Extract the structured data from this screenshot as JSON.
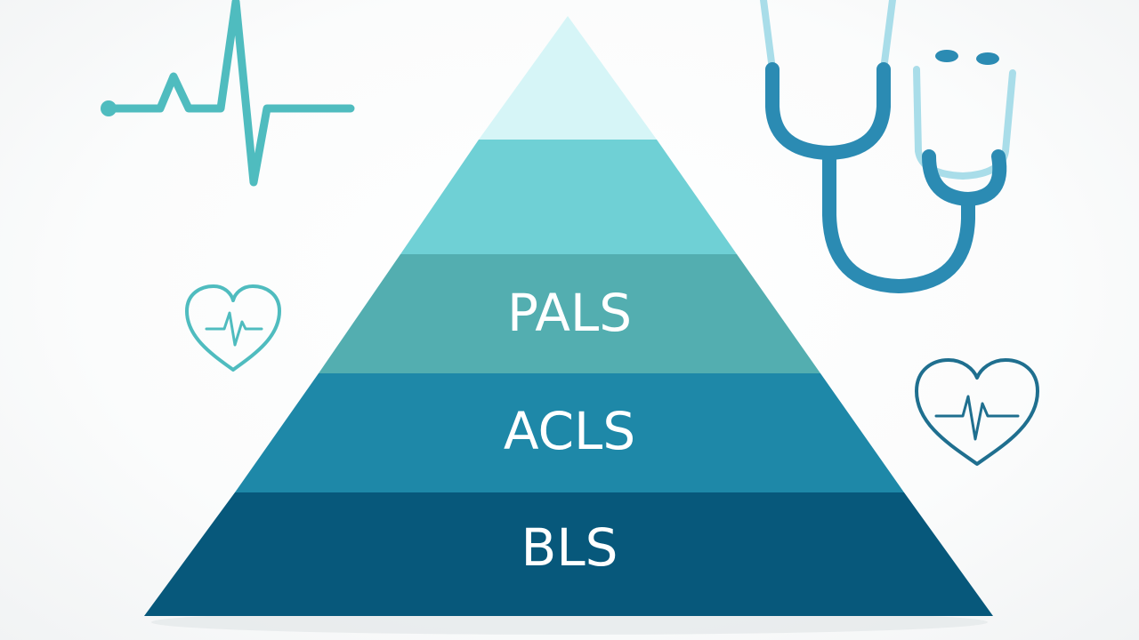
{
  "pyramid": {
    "tiers": [
      {
        "label": "",
        "color": "#d6f5f7"
      },
      {
        "label": "",
        "color": "#6fd0d5"
      },
      {
        "label": "PALS",
        "color": "#53aeb0"
      },
      {
        "label": "ACLS",
        "color": "#1e88a8"
      },
      {
        "label": "BLS",
        "color": "#07587b"
      }
    ]
  },
  "icons": {
    "ecg": "heartbeat-line-icon",
    "heart_left": "heart-pulse-icon",
    "heart_right": "heart-pulse-icon",
    "stethoscope": "stethoscope-icon"
  },
  "colors": {
    "teal_light": "#4fbcbf",
    "teal_dark": "#1f6f8f",
    "stethoscope": "#2b8bb3",
    "stethoscope_light": "#a9dde9"
  }
}
